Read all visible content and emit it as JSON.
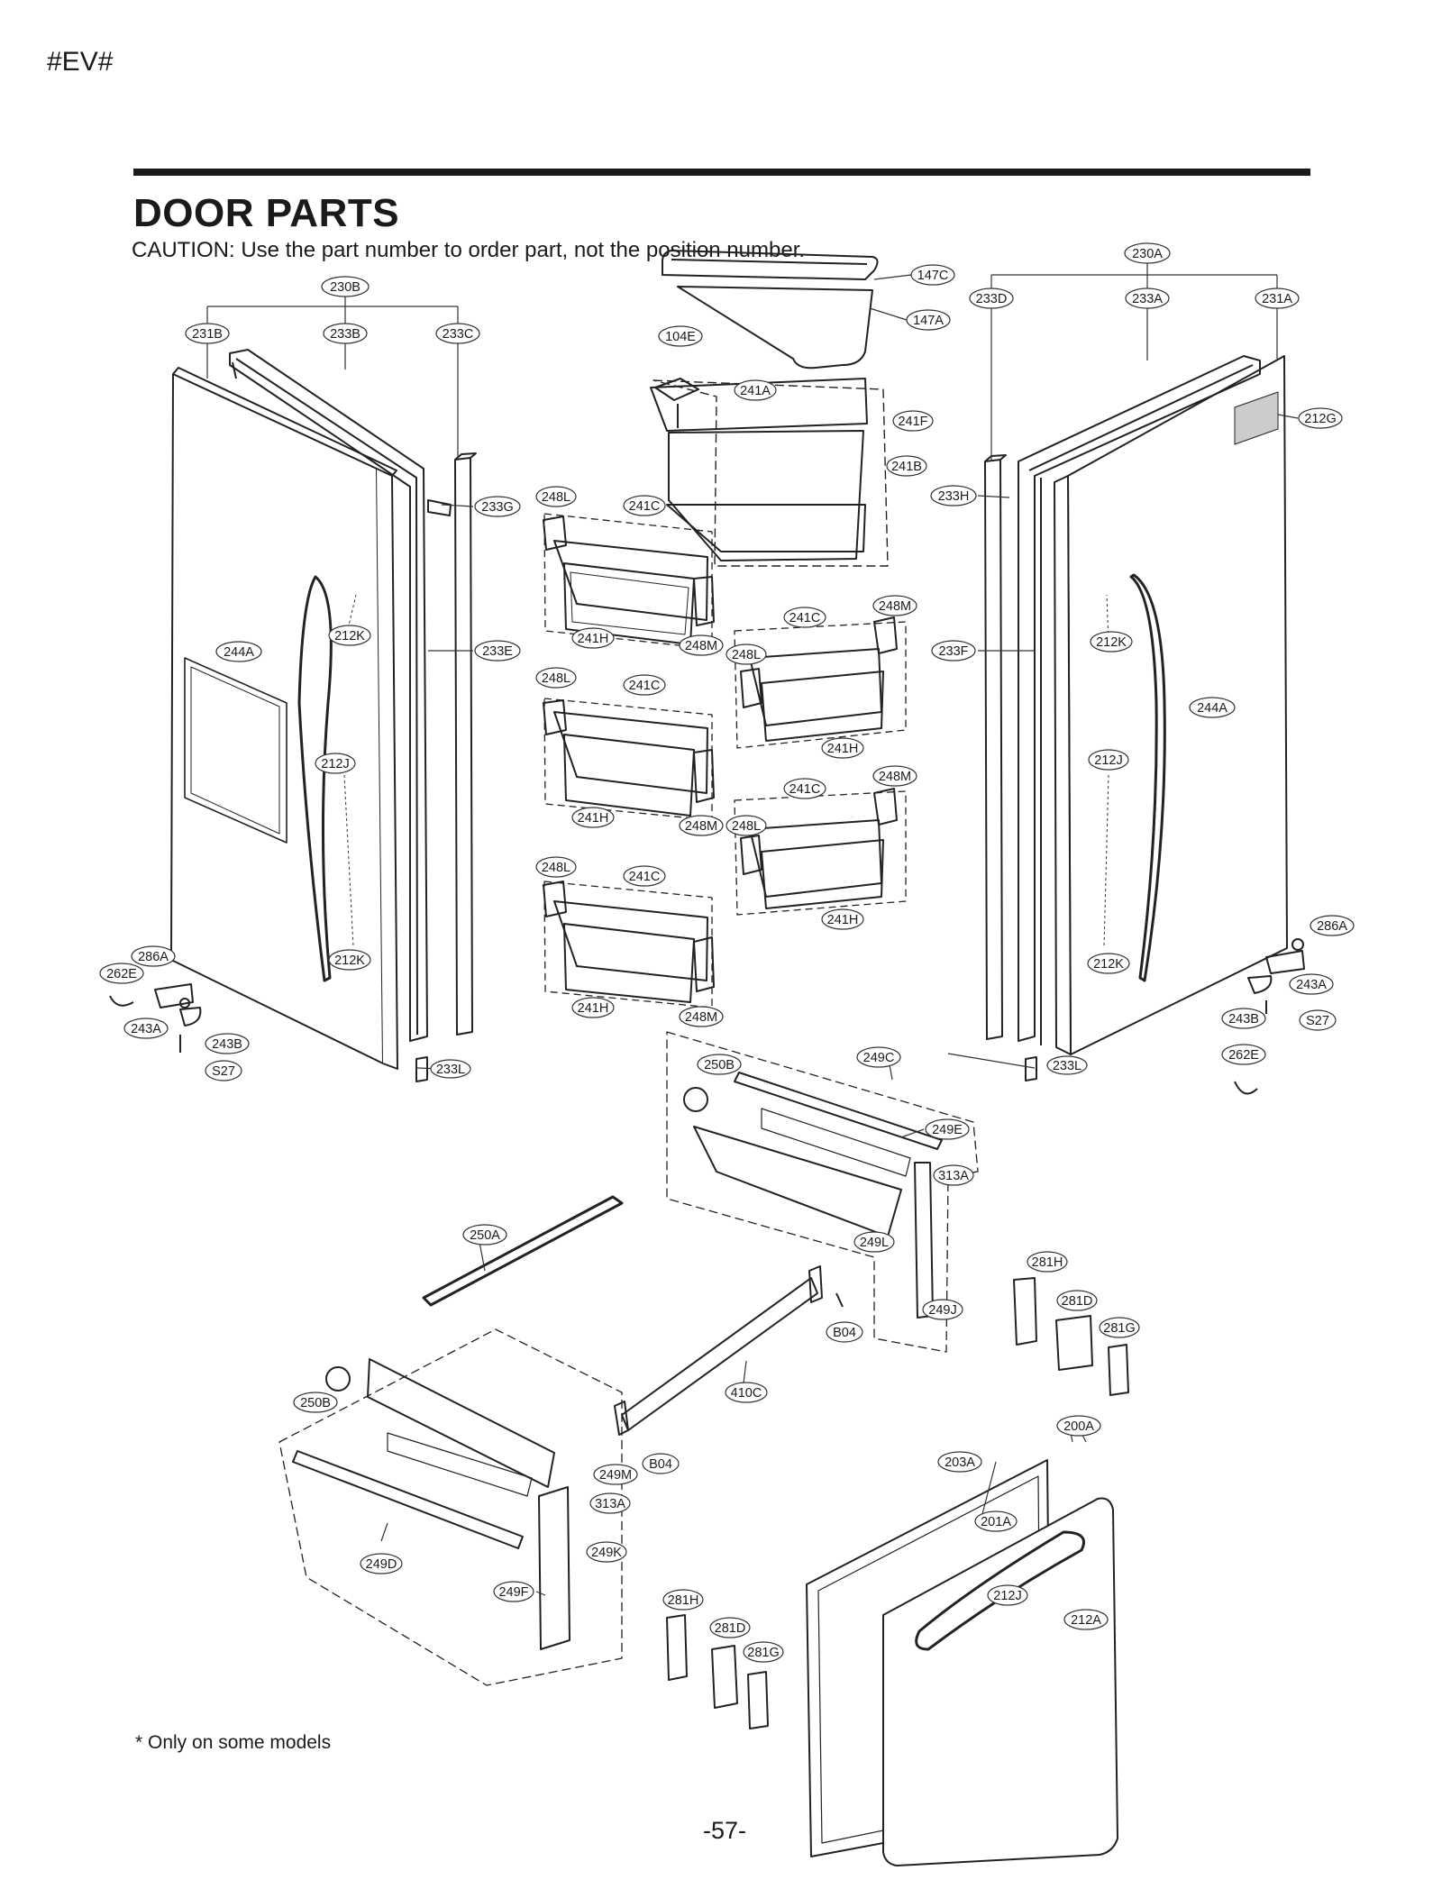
{
  "header": {
    "doc_code": "#EV#",
    "title": "DOOR PARTS",
    "caution": "CAUTION: Use the part number to order part, not the position number."
  },
  "footer": {
    "footnote": "* Only on some models",
    "page_number": "-57-"
  },
  "diagram": {
    "parts": [
      "230B",
      "231B",
      "233B",
      "233C",
      "233G",
      "233E",
      "233L",
      "244A",
      "212K",
      "212J",
      "286A",
      "262E",
      "243A",
      "243B",
      "S27",
      "104E",
      "147C",
      "147A",
      "241A",
      "241F",
      "241B",
      "248L",
      "241C",
      "241H",
      "248M",
      "230A",
      "233D",
      "233A",
      "231A",
      "212G",
      "233H",
      "233F",
      "250B",
      "249C",
      "249E",
      "313A",
      "249L",
      "249J",
      "250A",
      "B04",
      "410C",
      "281H",
      "281D",
      "281G",
      "249M",
      "249K",
      "249D",
      "249F",
      "200A",
      "203A",
      "201A",
      "212A"
    ]
  }
}
